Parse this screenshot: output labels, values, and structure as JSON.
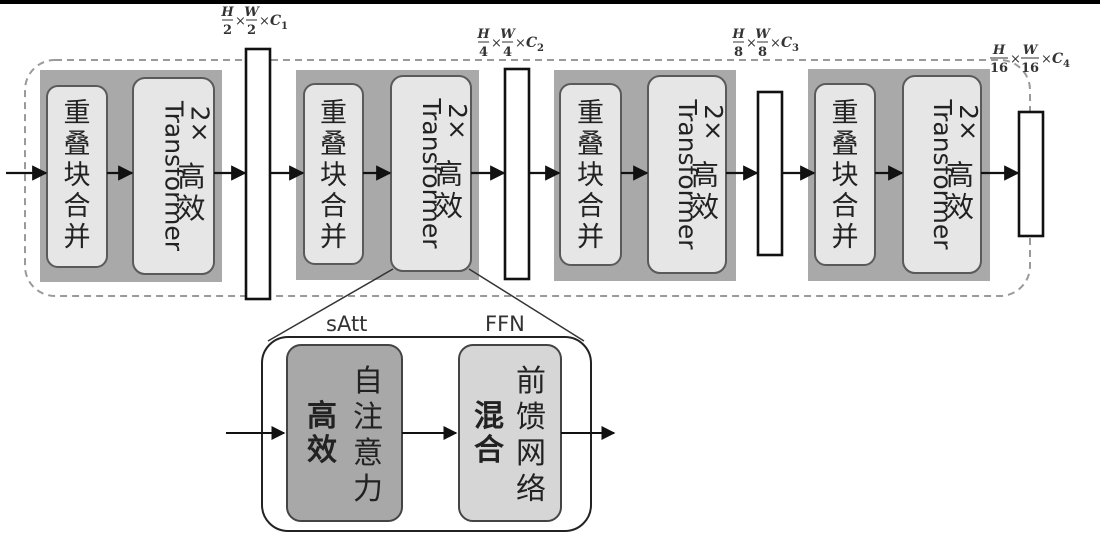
{
  "title": "Hierarchical efficient Transformer encoder architecture",
  "colors": {
    "stage_bg": "#a9a9a9",
    "block_fill": "#e6e6e6",
    "block_stroke": "#5a5a5a",
    "satt_fill": "#a8a8a8",
    "ffn_fill": "#d6d6d6",
    "line": "#111111",
    "dash": "#999999"
  },
  "stages": [
    {
      "patch_merge_label": "重叠块合并",
      "transformer_label_cn": "2× 高效",
      "transformer_label_en": "Transformer",
      "output_shape": {
        "h": "H",
        "h_div": "2",
        "w": "W",
        "w_div": "2",
        "c": "C",
        "c_sub": "1"
      }
    },
    {
      "patch_merge_label": "重叠块合并",
      "transformer_label_cn": "2× 高效",
      "transformer_label_en": "Transformer",
      "output_shape": {
        "h": "H",
        "h_div": "4",
        "w": "W",
        "w_div": "4",
        "c": "C",
        "c_sub": "2"
      }
    },
    {
      "patch_merge_label": "重叠块合并",
      "transformer_label_cn": "2× 高效",
      "transformer_label_en": "Transformer",
      "output_shape": {
        "h": "H",
        "h_div": "8",
        "w": "W",
        "w_div": "8",
        "c": "C",
        "c_sub": "3"
      }
    },
    {
      "patch_merge_label": "重叠块合并",
      "transformer_label_cn": "2× 高效",
      "transformer_label_en": "Transformer",
      "output_shape": {
        "h": "H",
        "h_div": "16",
        "w": "W",
        "w_div": "16",
        "c": "C",
        "c_sub": "4"
      }
    }
  ],
  "times_symbol": "×",
  "detail": {
    "satt": {
      "label": "sAtt",
      "bold_text": "高效",
      "text": "自注意力"
    },
    "ffn": {
      "label": "FFN",
      "bold_text": "混合",
      "text": "前馈网络"
    }
  }
}
